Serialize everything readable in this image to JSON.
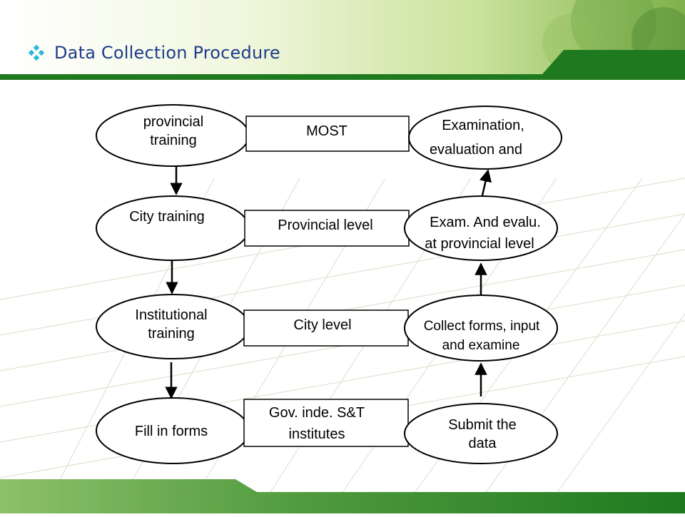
{
  "slide": {
    "title": "Data Collection Procedure",
    "bullet_icon": "diamond-bullet-icon",
    "colors": {
      "accent_green": "#1f7a1f",
      "banner_green": "#a9cf6d",
      "title_blue": "#1f3d8a"
    }
  },
  "diagram": {
    "left_column": [
      {
        "id": "provincial-training",
        "lines": [
          "provincial",
          "training"
        ]
      },
      {
        "id": "city-training",
        "lines": [
          "City training"
        ]
      },
      {
        "id": "institutional-training",
        "lines": [
          "Institutional",
          "training"
        ]
      },
      {
        "id": "fill-in-forms",
        "lines": [
          "Fill in forms"
        ]
      }
    ],
    "middle_column": [
      {
        "id": "most",
        "lines": [
          "MOST"
        ]
      },
      {
        "id": "provincial-level",
        "lines": [
          "Provincial level"
        ]
      },
      {
        "id": "city-level",
        "lines": [
          "City level"
        ]
      },
      {
        "id": "gov-institutes",
        "lines": [
          "Gov. inde. S&T",
          "institutes"
        ]
      }
    ],
    "right_column": [
      {
        "id": "examination-evaluation",
        "lines": [
          "Examination,",
          "evaluation and"
        ]
      },
      {
        "id": "exam-provincial",
        "lines": [
          "Exam. And evalu.",
          "at provincial level"
        ]
      },
      {
        "id": "collect-forms",
        "lines": [
          "Collect forms, input",
          "and examine"
        ]
      },
      {
        "id": "submit-data",
        "lines": [
          "Submit the",
          "data"
        ]
      }
    ]
  }
}
